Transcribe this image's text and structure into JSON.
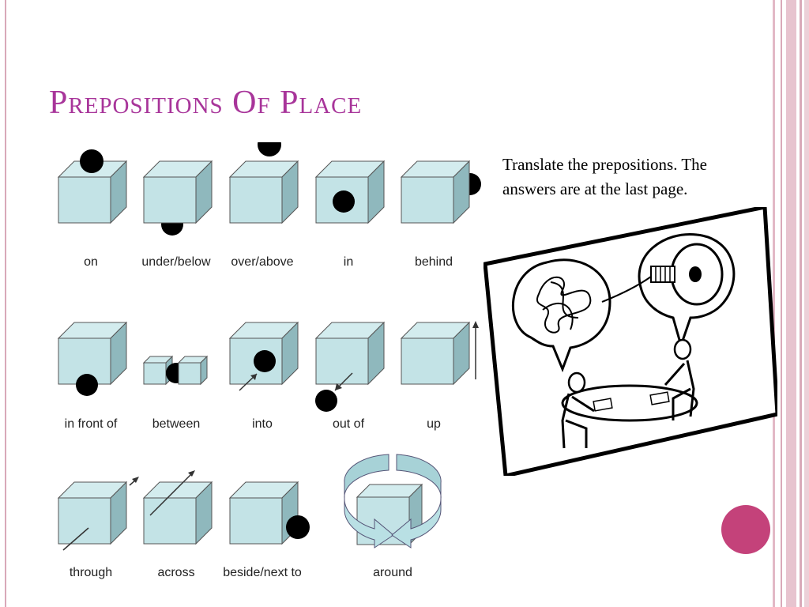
{
  "slide": {
    "title": "Prepositions Of Place",
    "instructions": "Translate the prepositions. The answers are at the last page."
  },
  "prepositions": [
    {
      "id": "on",
      "label": "on"
    },
    {
      "id": "under",
      "label": "under/below"
    },
    {
      "id": "over",
      "label": "over/above"
    },
    {
      "id": "in",
      "label": "in"
    },
    {
      "id": "behind",
      "label": "behind"
    },
    {
      "id": "infront",
      "label": "in front of"
    },
    {
      "id": "between",
      "label": "between"
    },
    {
      "id": "into",
      "label": "into"
    },
    {
      "id": "outof",
      "label": "out of"
    },
    {
      "id": "up",
      "label": "up"
    },
    {
      "id": "through",
      "label": "through"
    },
    {
      "id": "across",
      "label": "across"
    },
    {
      "id": "beside",
      "label": "beside/next to"
    },
    {
      "id": "around",
      "label": "around"
    }
  ],
  "colors": {
    "title": "#a8359a",
    "cube_face": "#c3e3e6",
    "cube_side": "#8fb8bd",
    "accent_dot": "#c4427a",
    "frame": "#d9a9b9"
  }
}
